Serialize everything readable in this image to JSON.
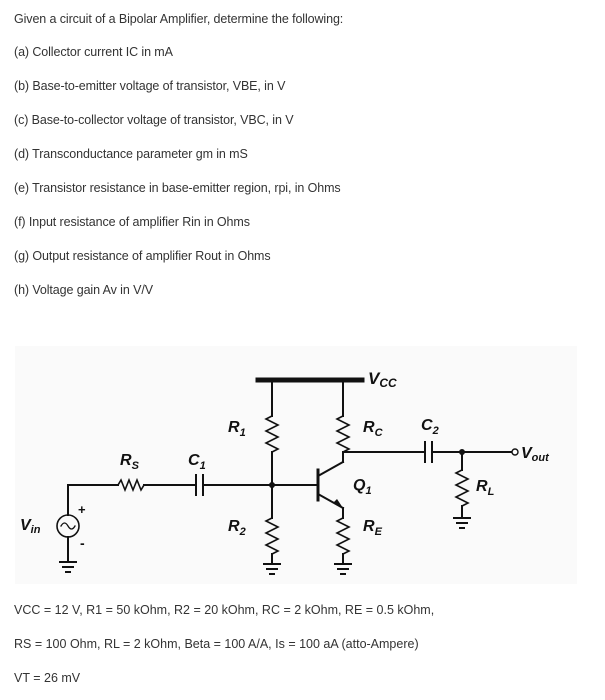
{
  "question": {
    "intro": "Given a circuit of a Bipolar Amplifier, determine the following:",
    "items": [
      "(a) Collector current IC in mA",
      "(b) Base-to-emitter voltage of transistor, VBE, in V",
      "(c) Base-to-collector voltage of transistor, VBC, in V",
      "(d) Transconductance parameter gm in mS",
      "(e) Transistor resistance in base-emitter region, rpi, in Ohms",
      "(f) Input resistance of amplifier Rin in Ohms",
      "(g) Output resistance of amplifier Rout in Ohms",
      "(h) Voltage gain Av in V/V"
    ]
  },
  "circuit": {
    "vcc": {
      "main": "V",
      "sub": "CC"
    },
    "r1": {
      "main": "R",
      "sub": "1"
    },
    "r2": {
      "main": "R",
      "sub": "2"
    },
    "rc": {
      "main": "R",
      "sub": "C"
    },
    "re": {
      "main": "R",
      "sub": "E"
    },
    "rs": {
      "main": "R",
      "sub": "S"
    },
    "rl": {
      "main": "R",
      "sub": "L"
    },
    "c1": {
      "main": "C",
      "sub": "1"
    },
    "c2": {
      "main": "C",
      "sub": "2"
    },
    "q1": {
      "main": "Q",
      "sub": "1"
    },
    "vin": {
      "main": "V",
      "sub": "in"
    },
    "vout": {
      "main": "V",
      "sub": "out"
    },
    "plus": "+",
    "minus": "-"
  },
  "given": [
    "VCC = 12 V, R1 = 50 kOhm, R2 = 20 kOhm, RC = 2 kOhm, RE = 0.5 kOhm,",
    "RS = 100 Ohm, RL = 2 kOhm, Beta = 100 A/A, Is = 100 aA (atto-Ampere)",
    "VT = 26 mV"
  ]
}
